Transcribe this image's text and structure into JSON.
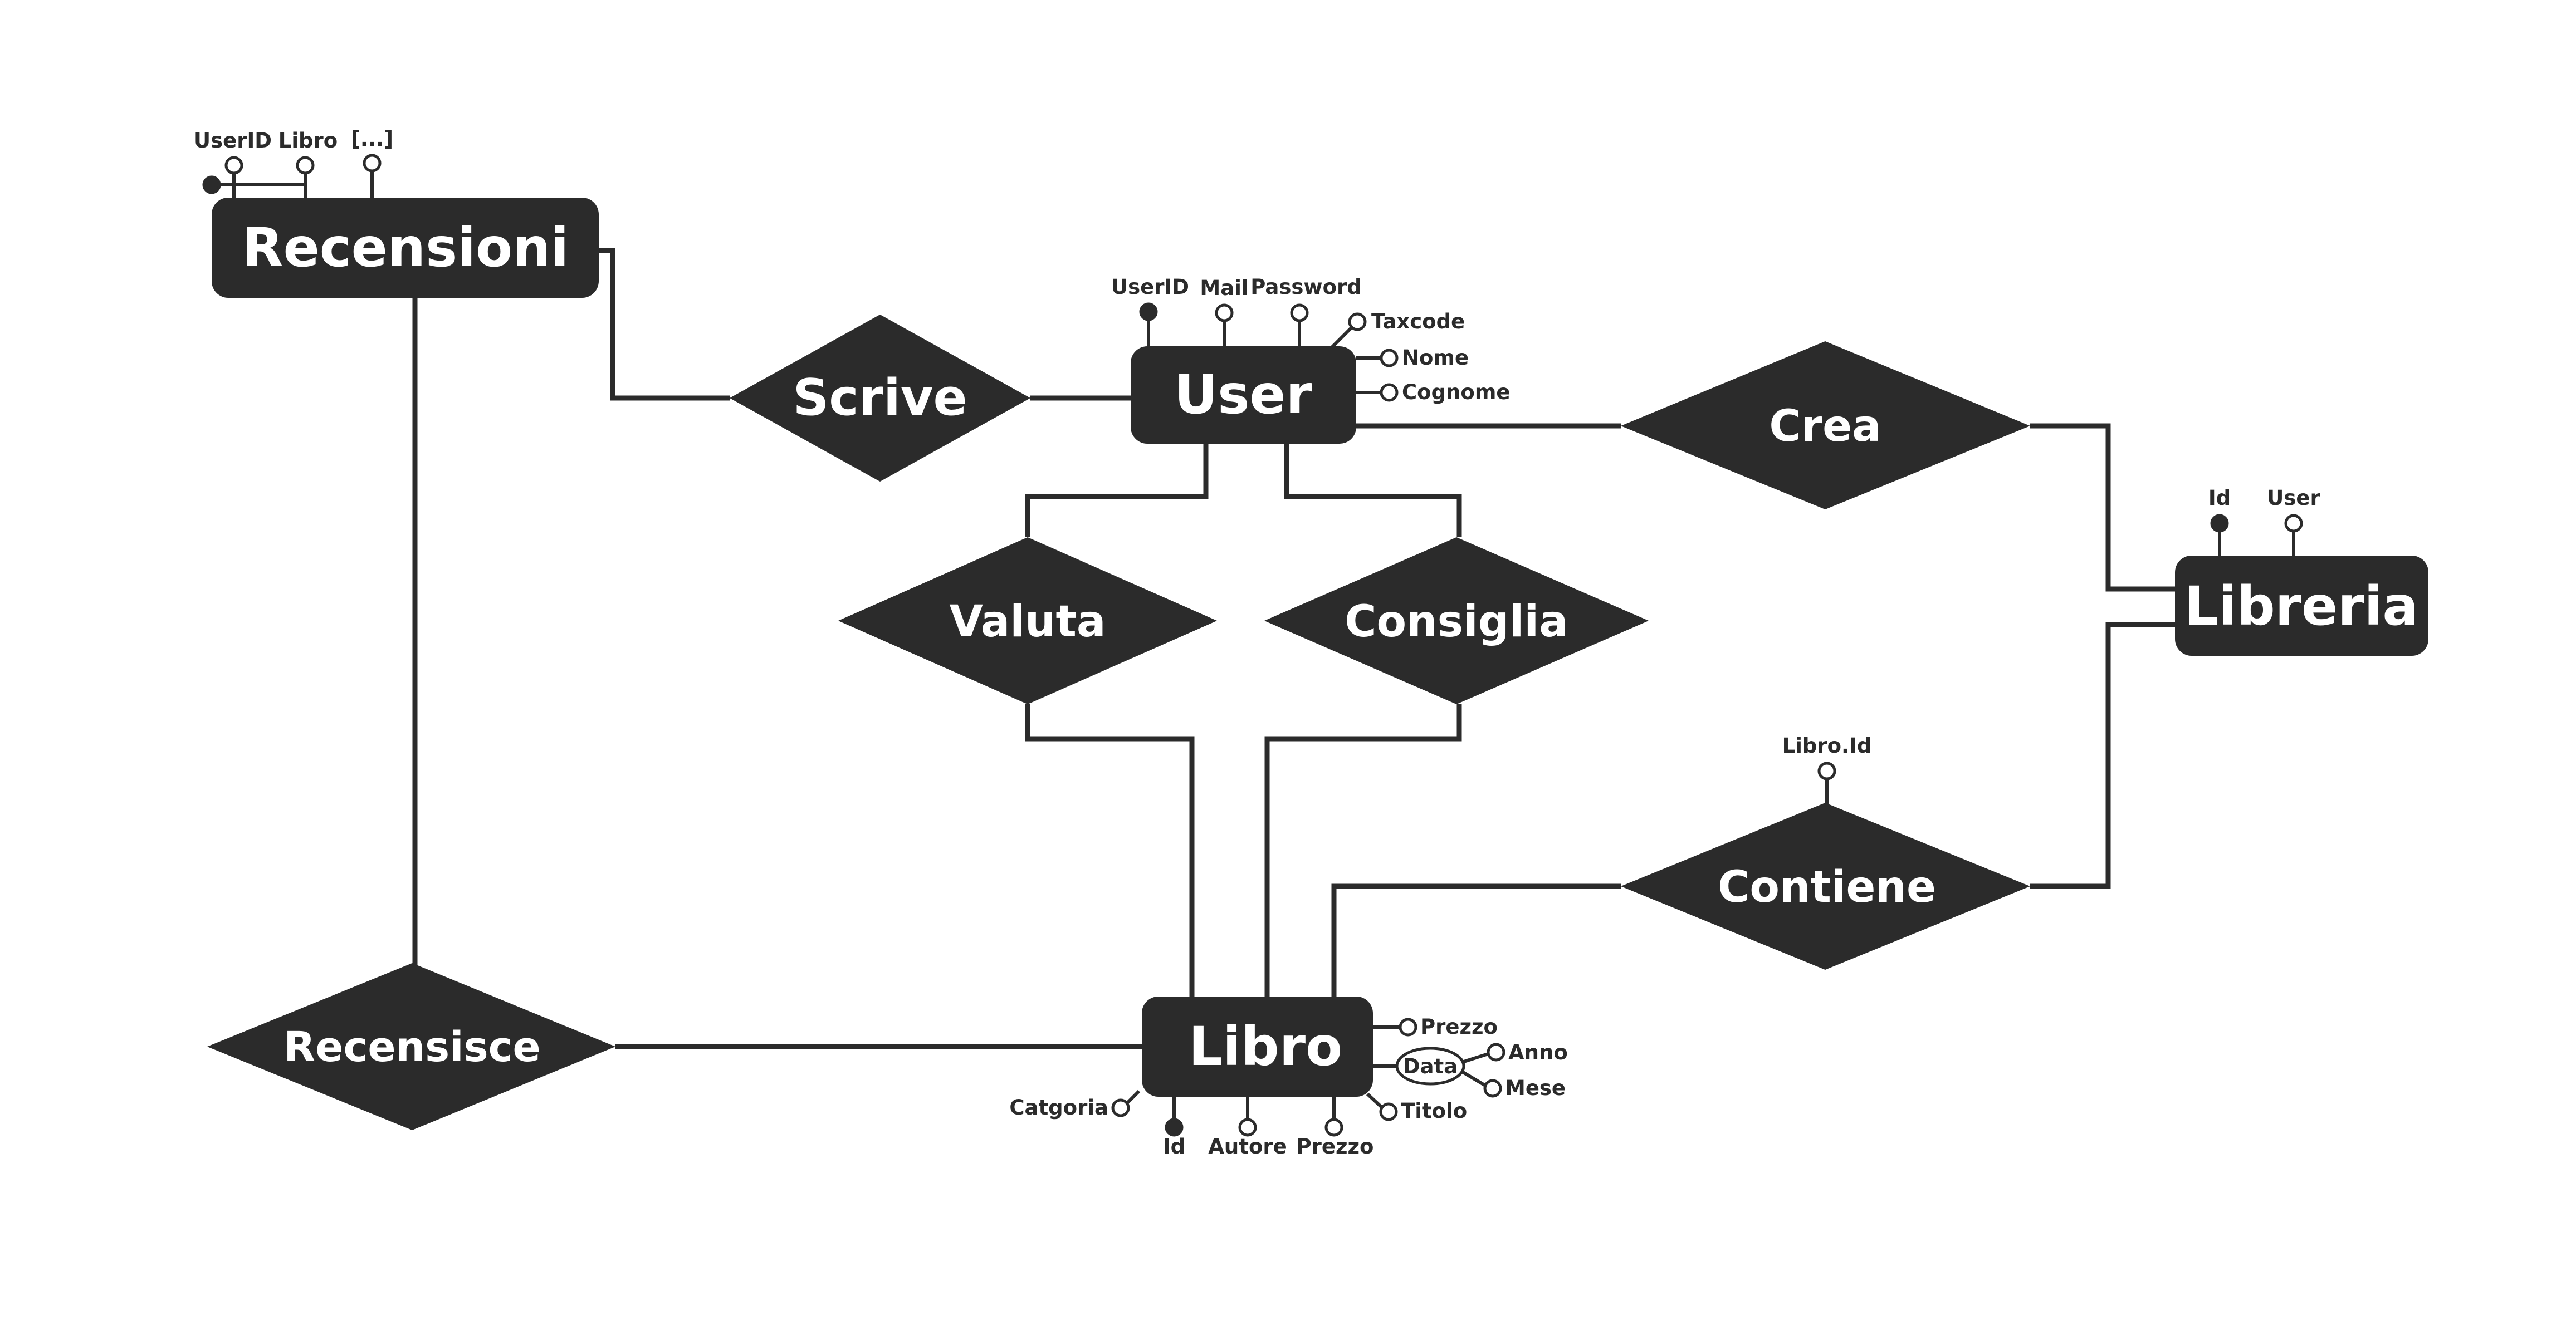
{
  "colors": {
    "shape": "#2b2b2b",
    "text_on_shape": "#ffffff",
    "background": "#ffffff"
  },
  "entities": {
    "recensioni": {
      "label": "Recensioni",
      "attributes": {
        "userid": "UserID",
        "libro": "Libro",
        "more": "[...]"
      }
    },
    "user": {
      "label": "User",
      "attributes": {
        "userid": "UserID",
        "mail": "Mail",
        "password": "Password",
        "taxcode": "Taxcode",
        "nome": "Nome",
        "cognome": "Cognome"
      }
    },
    "libreria": {
      "label": "Libreria",
      "attributes": {
        "id": "Id",
        "user": "User"
      }
    },
    "libro": {
      "label": "Libro",
      "attributes": {
        "prezzo_top": "Prezzo",
        "data": "Data",
        "anno": "Anno",
        "mese": "Mese",
        "titolo": "Titolo",
        "catgoria": "Catgoria",
        "id": "Id",
        "autore": "Autore",
        "prezzo_bottom": "Prezzo"
      }
    }
  },
  "relationships": {
    "scrive": {
      "label": "Scrive"
    },
    "crea": {
      "label": "Crea"
    },
    "valuta": {
      "label": "Valuta"
    },
    "consiglia": {
      "label": "Consiglia"
    },
    "contiene": {
      "label": "Contiene",
      "attributes": {
        "libro_id": "Libro.Id"
      }
    },
    "recensisce": {
      "label": "Recensisce"
    }
  }
}
